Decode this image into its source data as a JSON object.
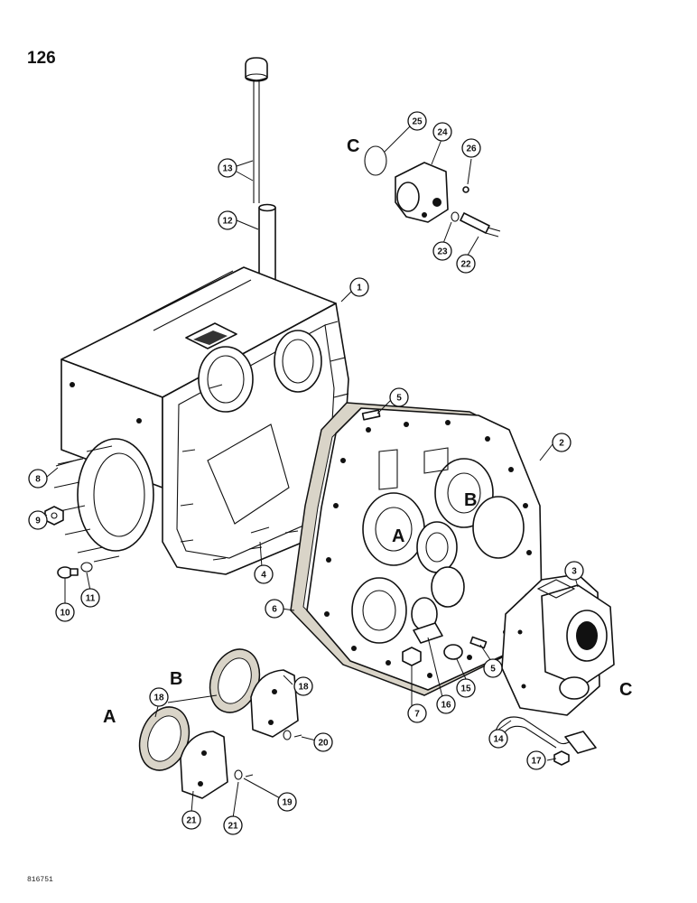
{
  "page_number": "126",
  "figure_code": "816751",
  "reference_letters": {
    "a_left": "A",
    "b_left": "B",
    "a_plate": "A",
    "b_plate": "B",
    "c_top": "C",
    "c_right": "C"
  },
  "callouts": [
    "1",
    "2",
    "3",
    "4",
    "5",
    "5",
    "6",
    "7",
    "8",
    "9",
    "10",
    "11",
    "12",
    "13",
    "14",
    "15",
    "16",
    "17",
    "18",
    "18",
    "19",
    "20",
    "21",
    "21",
    "22",
    "23",
    "24",
    "25",
    "26"
  ]
}
